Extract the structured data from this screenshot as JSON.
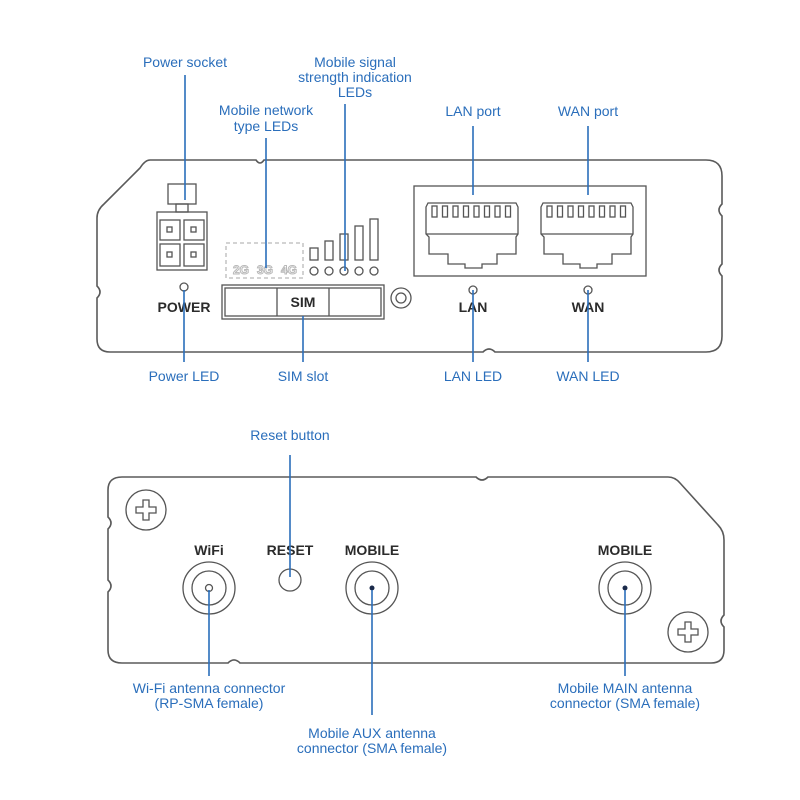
{
  "front_panel": {
    "callouts": {
      "power_socket": "Power socket",
      "mobile_signal_leds": [
        "Mobile signal",
        "strength indication",
        "LEDs"
      ],
      "mobile_network_leds": [
        "Mobile network",
        "type LEDs"
      ],
      "lan_port": "LAN port",
      "wan_port": "WAN port",
      "power_led": "Power LED",
      "sim_slot": "SIM slot",
      "lan_led": "LAN LED",
      "wan_led": "WAN LED"
    },
    "labels": {
      "power": "POWER",
      "sim": "SIM",
      "lan": "LAN",
      "wan": "WAN",
      "network_types": [
        "2G",
        "3G",
        "4G"
      ]
    },
    "signal_bars": 5
  },
  "back_panel": {
    "callouts": {
      "reset_button": "Reset button",
      "wifi_connector": [
        "Wi-Fi antenna connector",
        "(RP-SMA female)"
      ],
      "mobile_aux_connector": [
        "Mobile AUX antenna",
        "connector (SMA female)"
      ],
      "mobile_main_connector": [
        "Mobile MAIN antenna",
        "connector (SMA female)"
      ]
    },
    "labels": {
      "wifi": "WiFi",
      "reset": "RESET",
      "mobile_aux": "MOBILE",
      "mobile_main": "MOBILE"
    }
  },
  "colors": {
    "callout": "#2a6ebb",
    "outline": "#5a5a5a",
    "label": "#2b2b2b"
  }
}
